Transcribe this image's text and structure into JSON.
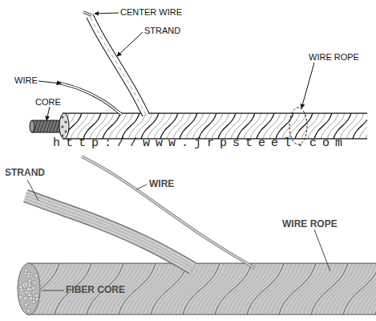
{
  "diagram": {
    "labels": [
      "CENTER WIRE",
      "STRAND",
      "WIRE",
      "WIRE ROPE",
      "CORE",
      "http://www.jrpsteel.com",
      "STRAND",
      "WIRE",
      "WIRE ROPE",
      "FIBER CORE"
    ]
  }
}
